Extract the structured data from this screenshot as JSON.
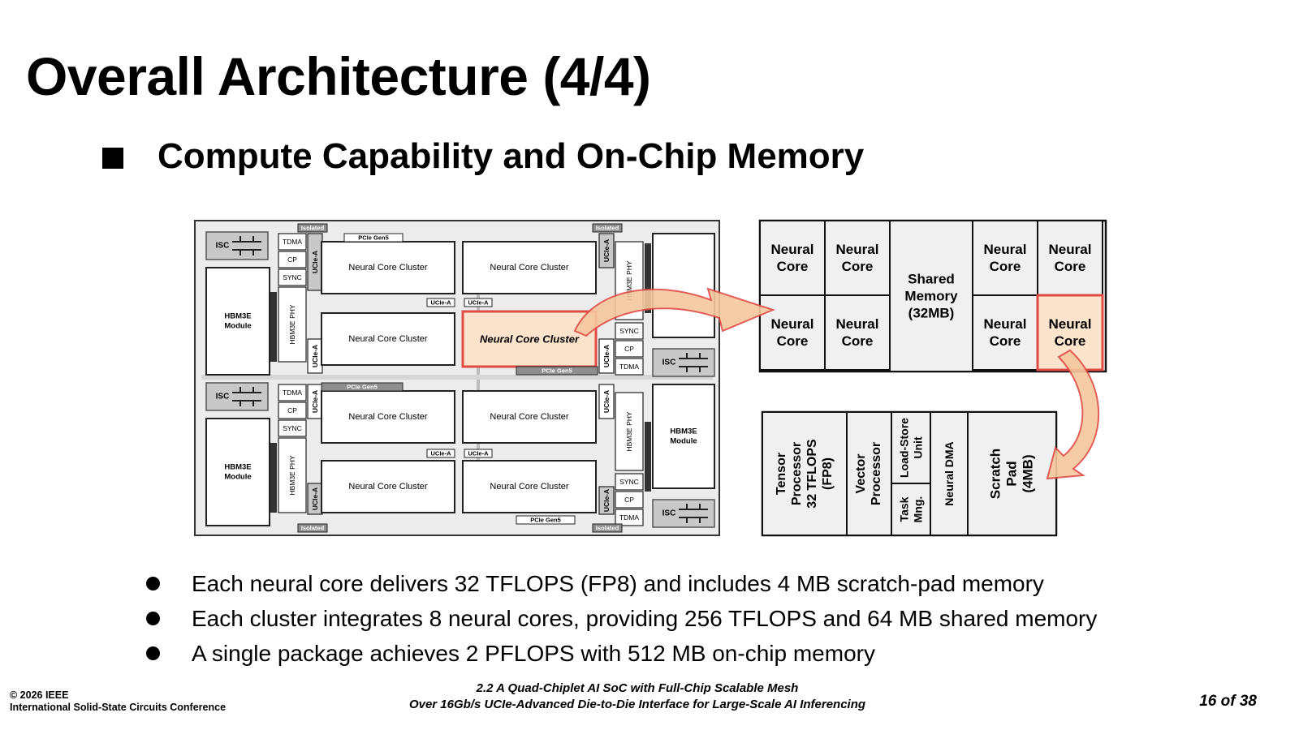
{
  "slide": {
    "title": "Overall Architecture (4/4)",
    "subtitle": "Compute Capability and On-Chip Memory"
  },
  "soc": {
    "neural_core_cluster": "Neural Core Cluster",
    "highlighted_cluster": "Neural Core Cluster",
    "isc": "ISC",
    "tdma": "TDMA",
    "cp": "CP",
    "sync": "SYNC",
    "hbm_phy": "HBM3E PHY",
    "ucie_a": "UCIe-A",
    "hbm_module_line1": "HBM3E",
    "hbm_module_line2": "Module",
    "pcie": "PCIe Gen5",
    "isolated": "Isolated"
  },
  "cluster_detail": {
    "neural_core_line1": "Neural",
    "neural_core_line2": "Core",
    "shared_memory": [
      "Shared",
      "Memory",
      "(32MB)"
    ]
  },
  "core_detail": {
    "tensor_processor": [
      "Tensor",
      "Processor",
      "32 TFLOPS",
      "(FP8)"
    ],
    "vector_processor": [
      "Vector",
      "Processor"
    ],
    "load_store_unit": [
      "Load-Store",
      "Unit"
    ],
    "task_mng": [
      "Task",
      "Mng."
    ],
    "neural_dma": [
      "Neural DMA"
    ],
    "scratch_pad": [
      "Scratch",
      "Pad",
      "(4MB)"
    ]
  },
  "colors": {
    "highlight_fill": "#fbe3cc",
    "highlight_border": "#e04b43",
    "arrow_fill": "#f5c79d",
    "panel_fill": "#f0f0f0",
    "block_gray": "#c8c8c8"
  },
  "bullets": [
    "Each neural core delivers 32 TFLOPS (FP8) and includes 4 MB scratch-pad memory",
    "Each cluster integrates 8 neural cores, providing 256 TFLOPS and 64 MB shared memory",
    "A single package achieves 2 PFLOPS with 512 MB on-chip memory"
  ],
  "footer": {
    "copyright": "© 2026 IEEE",
    "conference": "International Solid-State Circuits Conference",
    "paper_line1": "2.2 A Quad-Chiplet AI SoC with Full-Chip Scalable Mesh",
    "paper_line2": "Over 16Gb/s UCIe-Advanced Die-to-Die Interface for Large-Scale AI Inferencing",
    "page": "16 of 38"
  }
}
